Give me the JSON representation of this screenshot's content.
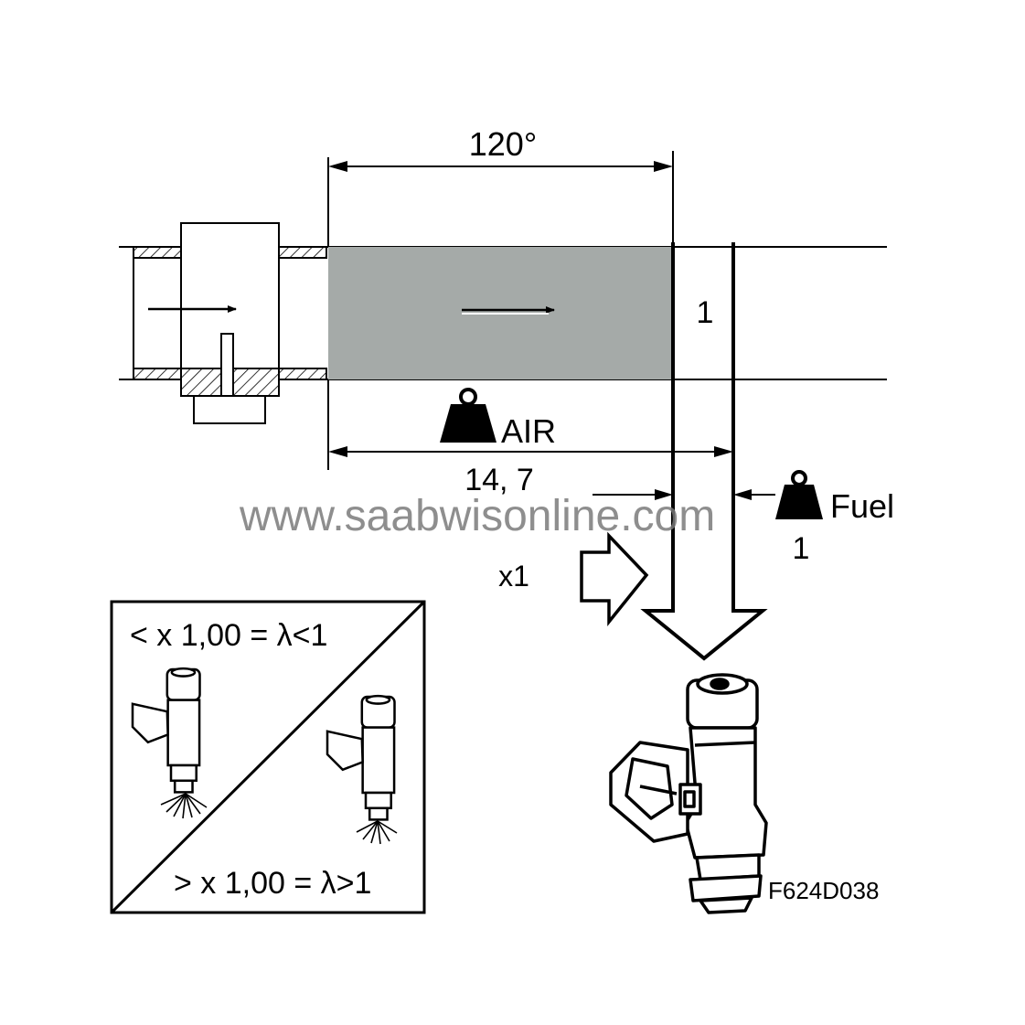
{
  "diagram": {
    "angle_label": "120°",
    "segment_number": "1",
    "air_label": "AIR",
    "air_ratio": "14, 7",
    "fuel_label": "Fuel",
    "fuel_ratio": "1",
    "multiplier_label": "x1",
    "rich_condition": "< x 1,00 = λ<1",
    "lean_condition": "> x 1,00 = λ>1",
    "figure_code": "F624D038",
    "watermark": "www.saabwisonline.com"
  },
  "colors": {
    "line": "#000000",
    "air_charge_fill": "#a5aaa8",
    "background": "#ffffff",
    "watermark": "#7a7a7a"
  }
}
